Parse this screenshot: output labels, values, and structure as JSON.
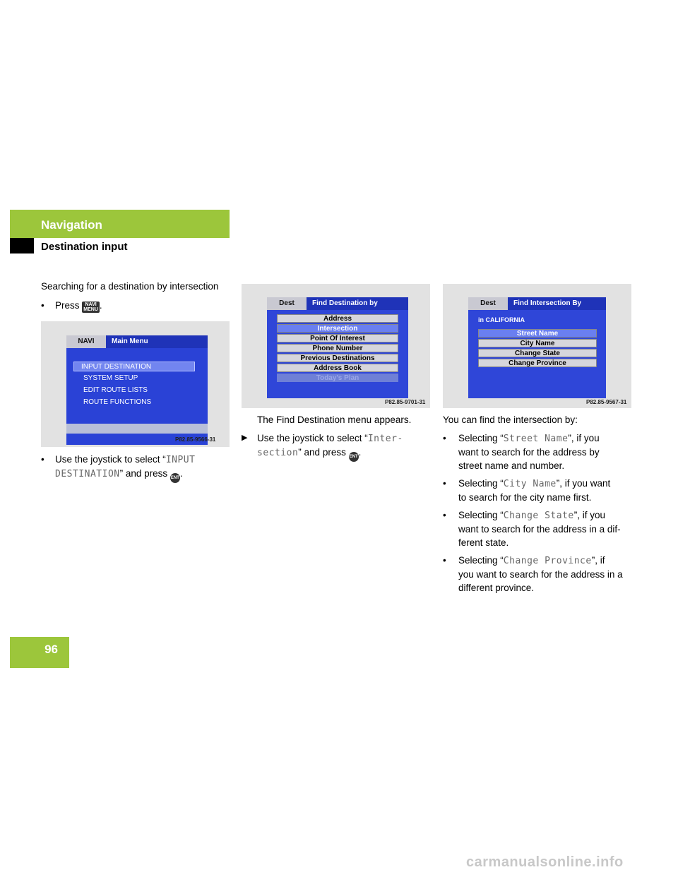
{
  "header": {
    "section": "Navigation",
    "subsection": "Destination input"
  },
  "page_number": "96",
  "col1": {
    "heading": "Searching for a destination by intersection",
    "step1_prefix": "Press",
    "step1_key_top": "NAVI",
    "step1_key_bottom": "MENU",
    "step1_suffix": ".",
    "screen1": {
      "tab": "NAVI",
      "title": "Main Menu",
      "items": [
        "INPUT DESTINATION",
        "SYSTEM SETUP",
        "EDIT ROUTE LISTS",
        "ROUTE FUNCTIONS"
      ],
      "code": "P82.85-9566-31"
    },
    "step2_prefix": "Use the joystick to select “",
    "step2_mono1": "INPUT",
    "step2_mono2": "DESTINATION",
    "step2_suffix": "” and press",
    "ent_label": "ENT",
    "step2_end": "."
  },
  "col2": {
    "screen2": {
      "tab": "Dest",
      "title": "Find Destination by",
      "items": [
        "Address",
        "Intersection",
        "Point Of Interest",
        "Phone Number",
        "Previous Destinations",
        "Address Book",
        "Today's Plan"
      ],
      "code": "P82.85-9701-31"
    },
    "caption": "The Find Destination menu appears.",
    "step_prefix": "Use the joystick to select “",
    "step_mono1": "Inter-",
    "step_mono2": "section",
    "step_suffix": "” and press",
    "ent_label": "ENT",
    "step_end": "."
  },
  "col3": {
    "screen3": {
      "tab": "Dest",
      "title": "Find Intersection By",
      "state_line": "in CALIFORNIA",
      "items": [
        "Street Name",
        "City Name",
        "Change State",
        "Change Province"
      ],
      "code": "P82.85-9567-31"
    },
    "intro": "You can find the intersection by:",
    "bullets": [
      {
        "pre": "Selecting “",
        "mono": "Street Name",
        "post": "”, if you",
        "line2": "want to search for the address by",
        "line3": "street name and number."
      },
      {
        "pre": "Selecting “",
        "mono": "City Name",
        "post": "”, if you want",
        "line2": "to search for the city name first.",
        "line3": ""
      },
      {
        "pre": "Selecting “",
        "mono": "Change State",
        "post": "”, if you",
        "line2": "want to search for the address in a dif-",
        "line3": "ferent state."
      },
      {
        "pre": "Selecting “",
        "mono": "Change Province",
        "post": "”, if",
        "line2": "you want to search for the address in a",
        "line3": "different province."
      }
    ]
  },
  "watermark": "carmanualsonline.info"
}
